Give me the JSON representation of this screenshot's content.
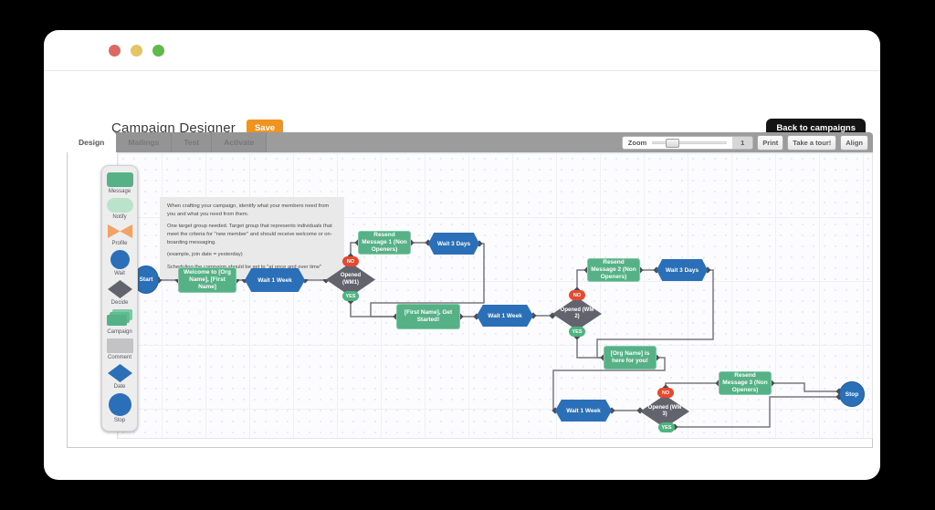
{
  "window": {
    "title": "Campaign Designer",
    "save": "Save",
    "back": "Back to campaigns"
  },
  "tabs": {
    "design": "Design",
    "mailings": "Mailings",
    "test": "Test",
    "activate": "Activate"
  },
  "toolbar": {
    "zoom": "Zoom",
    "zoom_value": "1",
    "print": "Print",
    "tour": "Take a tour!",
    "align": "Align"
  },
  "palette": {
    "items": [
      {
        "label": "Message"
      },
      {
        "label": "Notify"
      },
      {
        "label": "Profile"
      },
      {
        "label": "Wait"
      },
      {
        "label": "Decide"
      },
      {
        "label": "Campaign"
      },
      {
        "label": "Comment"
      },
      {
        "label": "Date"
      },
      {
        "label": "Stop"
      }
    ]
  },
  "comment": {
    "paragraphs": [
      "When crafting your campaign, identify what your members need from you and what you need from them.",
      "One target group needed. Target group that represents individuals that meet the criteria for \"new member\" and should receive welcome or on-boarding messaging.",
      "(example, join date = yesterday)",
      "Scheduling the campaign should be set to \"at once and over time\""
    ]
  },
  "nodes": {
    "start": "Start",
    "welcome": "Welcome to [Org Name], [First Name]",
    "wait_1_week_a": "Wait 1 Week",
    "opened_wm1": "Opened (WM1)",
    "resend_1": "Resend Message 1 (Non Openers)",
    "wait_3_days_a": "Wait 3 Days",
    "get_started": "[First Name], Get Started!",
    "wait_1_week_b": "Wait 1 Week",
    "opened_wm2": "Opened (WM 2)",
    "resend_2": "Resend Message 2 (Non Openers)",
    "wait_3_days_b": "Wait 3 Days",
    "org_here": "[Org Name] is here for you!",
    "wait_1_week_c": "Wait 1 Week",
    "opened_wm3": "Opened (WM 3)",
    "resend_3": "Resend Message 3 (Non Openers)",
    "stop": "Stop"
  },
  "badges": {
    "no": "NO",
    "yes": "YES"
  },
  "colors": {
    "save_orange": "#F1941F",
    "node_green": "#56B286",
    "node_blue": "#2B6FB8",
    "node_gray": "#63636D",
    "badge_red": "#E6492E",
    "badge_green": "#4CB47F",
    "profile_orange": "#F2A167"
  }
}
